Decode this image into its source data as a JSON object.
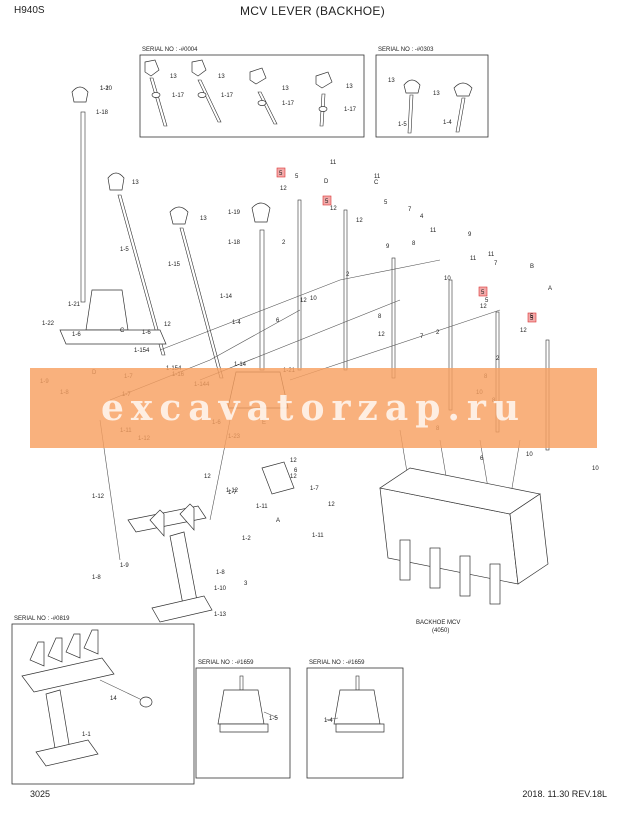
{
  "header": {
    "model": "H940S",
    "title": "MCV LEVER (BACKHOE)"
  },
  "footer": {
    "page": "3025",
    "revision": "2018. 11.30 REV.18L"
  },
  "watermark": "excavatorzap.ru",
  "insets": [
    {
      "serial": "SERIAL NO : -#0004",
      "labels": [
        "13",
        "1-17",
        "13",
        "1-17",
        "13",
        "1-17",
        "13",
        "1-17"
      ]
    },
    {
      "serial": "SERIAL NO : -#0303",
      "labels": [
        "13",
        "13",
        "1-5",
        "1-4"
      ]
    },
    {
      "serial": "SERIAL NO : -#0819",
      "labels": [
        "14",
        "1-1"
      ]
    },
    {
      "serial": "SERIAL NO : -#1659",
      "labels": [
        "1-5"
      ]
    },
    {
      "serial": "SERIAL NO : -#1659",
      "labels": [
        "1-4"
      ]
    }
  ],
  "valve_caption": {
    "line1": "BACKHOE MCV",
    "line2": "(4050)"
  },
  "red_label": "5",
  "labels": [
    "1-20",
    "1-18",
    "13",
    "1-5",
    "1-15",
    "13",
    "1-14",
    "1-21",
    "1-22",
    "1-6",
    "C",
    "1-6",
    "12",
    "1-154",
    "1-154",
    "1-16",
    "1-144",
    "1-9",
    "D",
    "1-7",
    "1-8",
    "1-7",
    "1-11",
    "1-12",
    "1-19",
    "1-18",
    "1-4",
    "2",
    "11",
    "D",
    "12",
    "5",
    "11",
    "C",
    "12",
    "5",
    "7",
    "4",
    "11",
    "9",
    "12",
    "2",
    "12",
    "6",
    "10",
    "8",
    "12",
    "7",
    "9",
    "11",
    "8",
    "10",
    "11",
    "7",
    "B",
    "12",
    "5",
    "A",
    "5",
    "12",
    "2",
    "2",
    "1-21",
    "1-14",
    "1-6",
    "1-23",
    "E",
    "12",
    "12",
    "8",
    "10",
    "8",
    "8",
    "6",
    "10",
    "10",
    "6",
    "12",
    "1-12",
    "1-12",
    "1-7",
    "1-7",
    "1-11",
    "12",
    "A",
    "1-2",
    "1-11",
    "1-9",
    "1-8",
    "1-8",
    "1-10",
    "3",
    "1-13",
    "1-1"
  ]
}
